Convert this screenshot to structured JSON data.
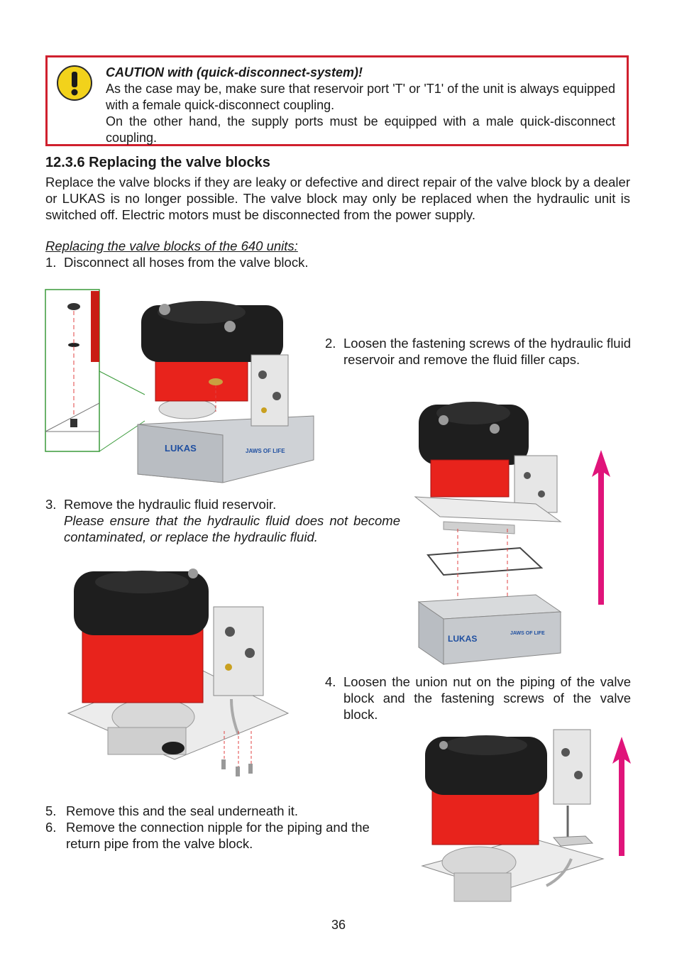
{
  "caution": {
    "heading": "CAUTION with (quick-disconnect-system)!",
    "line1": "As the case may be, make sure that reservoir port 'T' or 'T1' of the unit is always equipped with a female quick-disconnect coupling.",
    "line2": "On the other hand, the supply ports must be equipped with a male quick-disconnect coupling.",
    "icon": "warning-exclamation-icon"
  },
  "section": {
    "title": "12.3.6   Replacing the valve blocks",
    "intro": "Replace the valve blocks if they are leaky or defective and direct repair of the valve block by a dealer or LUKAS is no longer possible. The valve block may only be replaced when the hydraulic unit is switched off. Electric motors must be disconnected from the power supply.",
    "subheading": "Replacing the valve blocks of the 640 units:"
  },
  "steps": [
    {
      "num": "1.",
      "text": "Disconnect all hoses from the valve block."
    },
    {
      "num": "2.",
      "text": "Loosen the fastening screws of the hydraulic fluid reservoir and remove the fluid filler caps."
    },
    {
      "num": "3.",
      "text": "Remove the hydraulic fluid reservoir.",
      "note": "Please ensure that the hydraulic fluid does not become contaminated, or replace the hydraulic fluid."
    },
    {
      "num": "4.",
      "text": "Loosen the union nut on the piping of the valve block and the fastening screws of the valve block."
    },
    {
      "num": "5.",
      "text": "Remove this and the seal underneath it."
    },
    {
      "num": "6.",
      "text": "Remove the connection nipple for the piping and the return pipe from the valve block."
    }
  ],
  "figure": {
    "brand": "LUKAS",
    "slogan": "JAWS OF LIFE"
  },
  "colors": {
    "caution_border": "#d0202e",
    "arrow": "#e0147a",
    "pump_red": "#e8231c",
    "cover_black": "#1e1e1e"
  },
  "page_number": "36"
}
